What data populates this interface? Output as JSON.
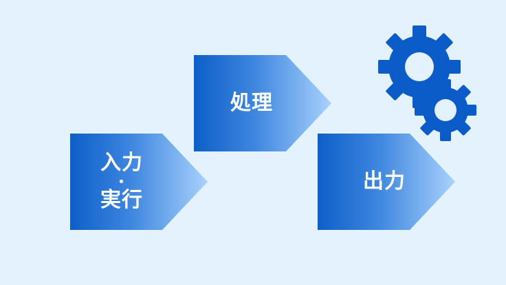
{
  "steps": {
    "input": {
      "line1": "入力",
      "separator": "・",
      "line2": "実行"
    },
    "process": {
      "label": "処理"
    },
    "output": {
      "label": "出力"
    }
  },
  "icons": {
    "gears": "gears-icon"
  },
  "colors": {
    "background": "#e3f2fd",
    "arrow_start": "#0d5fc8",
    "arrow_end": "#a9d1fb",
    "gear": "#0b5cc8",
    "text": "#ffffff"
  }
}
